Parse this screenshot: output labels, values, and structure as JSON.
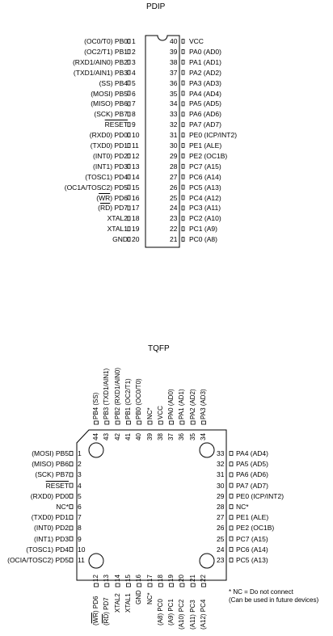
{
  "titles": {
    "pdip": "PDIP",
    "tqfp": "TQFP"
  },
  "pdip_left": [
    {
      "n": "1",
      "l": "(OC0/T0) PB0"
    },
    {
      "n": "2",
      "l": "(OC2/T1) PB1"
    },
    {
      "n": "3",
      "l": "(RXD1/AIN0) PB2"
    },
    {
      "n": "4",
      "l": "(TXD1/AIN1) PB3"
    },
    {
      "n": "5",
      "l": "(SS) PB4"
    },
    {
      "n": "6",
      "l": "(MOSI) PB5"
    },
    {
      "n": "7",
      "l": "(MISO) PB6"
    },
    {
      "n": "8",
      "l": "(SCK) PB7"
    },
    {
      "n": "9",
      "l": "RESET"
    },
    {
      "n": "10",
      "l": "(RXD0) PD0"
    },
    {
      "n": "11",
      "l": "(TXD0) PD1"
    },
    {
      "n": "12",
      "l": "(INT0) PD2"
    },
    {
      "n": "13",
      "l": "(INT1) PD3"
    },
    {
      "n": "14",
      "l": "(TOSC1) PD4"
    },
    {
      "n": "15",
      "l": "(OC1A/TOSC2) PD5"
    },
    {
      "n": "16",
      "l": "(WR) PD6"
    },
    {
      "n": "17",
      "l": "(RD) PD7"
    },
    {
      "n": "18",
      "l": "XTAL2"
    },
    {
      "n": "19",
      "l": "XTAL1"
    },
    {
      "n": "20",
      "l": "GND"
    }
  ],
  "pdip_right": [
    {
      "n": "40",
      "l": "VCC"
    },
    {
      "n": "39",
      "l": "PA0 (AD0)"
    },
    {
      "n": "38",
      "l": "PA1 (AD1)"
    },
    {
      "n": "37",
      "l": "PA2 (AD2)"
    },
    {
      "n": "36",
      "l": "PA3 (AD3)"
    },
    {
      "n": "35",
      "l": "PA4 (AD4)"
    },
    {
      "n": "34",
      "l": "PA5 (AD5)"
    },
    {
      "n": "33",
      "l": "PA6 (AD6)"
    },
    {
      "n": "32",
      "l": "PA7 (AD7)"
    },
    {
      "n": "31",
      "l": "PE0 (ICP/INT2)"
    },
    {
      "n": "30",
      "l": "PE1 (ALE)"
    },
    {
      "n": "29",
      "l": "PE2 (OC1B)"
    },
    {
      "n": "28",
      "l": "PC7 (A15)"
    },
    {
      "n": "27",
      "l": "PC6 (A14)"
    },
    {
      "n": "26",
      "l": "PC5 (A13)"
    },
    {
      "n": "25",
      "l": "PC4 (A12)"
    },
    {
      "n": "24",
      "l": "PC3 (A11)"
    },
    {
      "n": "23",
      "l": "PC2 (A10)"
    },
    {
      "n": "22",
      "l": "PC1 (A9)"
    },
    {
      "n": "21",
      "l": "PC0 (A8)"
    }
  ],
  "tqfp_left": [
    {
      "n": "1",
      "l": "(MOSI) PB5"
    },
    {
      "n": "2",
      "l": "(MISO) PB6"
    },
    {
      "n": "3",
      "l": "(SCK) PB7"
    },
    {
      "n": "4",
      "l": "RESET"
    },
    {
      "n": "5",
      "l": "(RXD0) PD0"
    },
    {
      "n": "6",
      "l": "NC*"
    },
    {
      "n": "7",
      "l": "(TXD0) PD1"
    },
    {
      "n": "8",
      "l": "(INT0) PD2"
    },
    {
      "n": "9",
      "l": "(INT1) PD3"
    },
    {
      "n": "10",
      "l": "(TOSC1) PD4"
    },
    {
      "n": "11",
      "l": "(OCIA/TOSC2) PD5"
    }
  ],
  "tqfp_right": [
    {
      "n": "33",
      "l": "PA4 (AD4)"
    },
    {
      "n": "32",
      "l": "PA5 (AD5)"
    },
    {
      "n": "31",
      "l": "PA6 (AD6)"
    },
    {
      "n": "30",
      "l": "PA7 (AD7)"
    },
    {
      "n": "29",
      "l": "PE0 (ICP/INT2)"
    },
    {
      "n": "28",
      "l": "NC*"
    },
    {
      "n": "27",
      "l": "PE1 (ALE)"
    },
    {
      "n": "26",
      "l": "PE2 (OC1B)"
    },
    {
      "n": "25",
      "l": "PC7 (A15)"
    },
    {
      "n": "24",
      "l": "PC6 (A14)"
    },
    {
      "n": "23",
      "l": "PC5 (A13)"
    }
  ],
  "tqfp_top": [
    {
      "n": "44",
      "l": "PB4 (SS)"
    },
    {
      "n": "43",
      "l": "PB3 (TXD1/AIN1)"
    },
    {
      "n": "42",
      "l": "PB2 (RXD1/AIN0)"
    },
    {
      "n": "41",
      "l": "PB1 (OC2/T1)"
    },
    {
      "n": "40",
      "l": "PB0 (OC0/T0)"
    },
    {
      "n": "39",
      "l": "NC*"
    },
    {
      "n": "38",
      "l": "VCC"
    },
    {
      "n": "37",
      "l": "PA0 (AD0)"
    },
    {
      "n": "36",
      "l": "PA1 (AD1)"
    },
    {
      "n": "35",
      "l": "PA2 (AD2)"
    },
    {
      "n": "34",
      "l": "PA3 (AD3)"
    }
  ],
  "tqfp_bottom": [
    {
      "n": "12",
      "l": "(WR) PD6"
    },
    {
      "n": "13",
      "l": "(RD) PD7"
    },
    {
      "n": "14",
      "l": "XTAL2"
    },
    {
      "n": "15",
      "l": "XTAL1"
    },
    {
      "n": "16",
      "l": "GND"
    },
    {
      "n": "17",
      "l": "NC*"
    },
    {
      "n": "18",
      "l": "(A8) PC0"
    },
    {
      "n": "19",
      "l": "(A9) PC1"
    },
    {
      "n": "20",
      "l": "(A10) PC2"
    },
    {
      "n": "21",
      "l": "(A11) PC3"
    },
    {
      "n": "22",
      "l": "(A12) PC4"
    }
  ],
  "note": {
    "line1": "* NC =  Do not connect",
    "line2": "(Can be used in future devices)"
  }
}
